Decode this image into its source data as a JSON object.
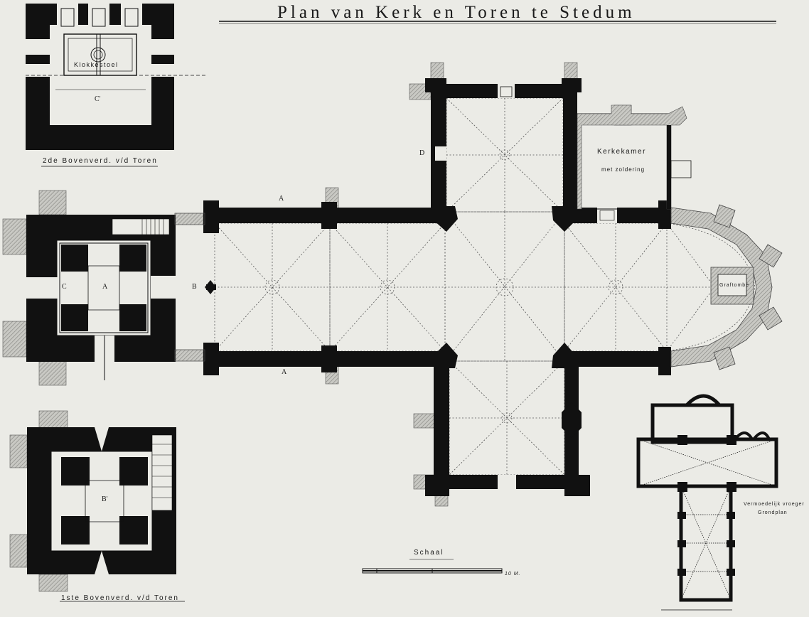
{
  "title": "Plan van Kerk en Toren te Stedum",
  "labels": {
    "klokkestoel": "Klokkestoel",
    "c_prime": "C'",
    "second_floor_caption": "2de Bovenverd. v/d Toren",
    "first_floor_caption": "1ste Bovenverd. v/d Toren",
    "kerkekamer": "Kerkekamer",
    "met_zoldering": "met zoldering",
    "graftombe": "Graftombe",
    "schaal": "Schaal",
    "scale_value": "10 M.",
    "vermoedelijk": "Vermoedelijk vroeger",
    "grondplan": "Grondplan",
    "mark_a_top": "A",
    "mark_a_bottom": "A",
    "mark_a_tower": "A",
    "mark_b": "B",
    "mark_b_prime": "B'",
    "mark_c": "C",
    "mark_d": "D"
  },
  "colors": {
    "paper": "#ebebe6",
    "ink": "#111111",
    "hatch": "#9a9a96",
    "dotted": "#6a6a66"
  }
}
